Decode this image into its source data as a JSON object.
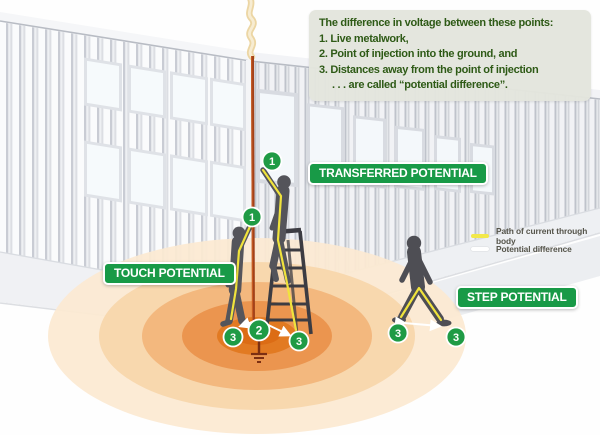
{
  "info_box": {
    "lines": [
      "The difference in voltage between these points:",
      "1. Live metalwork,",
      "2. Point of injection into the ground, and",
      "3. Distances away from the point of injection",
      ". . . are called “potential difference”."
    ]
  },
  "labels": {
    "transferred": "TRANSFERRED POTENTIAL",
    "touch": "TOUCH POTENTIAL",
    "step": "STEP POTENTIAL"
  },
  "legend": {
    "items": [
      {
        "label": "Path of current through body",
        "color": "#f2e84a"
      },
      {
        "label": "Potential difference",
        "color": "#ffffff"
      }
    ]
  },
  "markers": [
    {
      "value": "1"
    },
    {
      "value": "1"
    },
    {
      "value": "2"
    },
    {
      "value": "3"
    },
    {
      "value": "3"
    },
    {
      "value": "3"
    },
    {
      "value": "3"
    }
  ],
  "colors": {
    "badge_green": "#189a47",
    "marker_green": "#1f9b45",
    "info_text_green": "#2e5a16",
    "info_box_bg": "#e3e5dd",
    "current_path_yellow": "#f2e84a",
    "potential_difference_white": "#ffffff",
    "conductor_rust": "#a2411a",
    "ring_inner_orange": "#e1771f",
    "ring_outer_cream": "#fcead2",
    "silhouette_gray": "#54545a"
  }
}
